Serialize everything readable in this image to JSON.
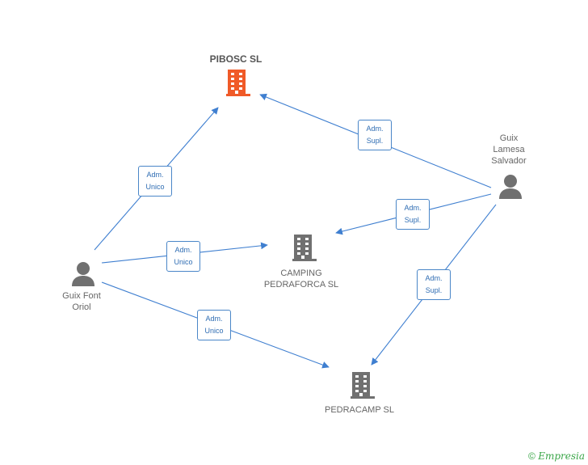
{
  "colors": {
    "edge": "#3f7fd0",
    "company_main": "#f05a28",
    "company": "#707070",
    "person": "#707070",
    "footer": "#3aa648"
  },
  "nodes": {
    "pibosc": {
      "name": "PIBOSC SL",
      "icon": "building-icon"
    },
    "camping": {
      "name": "CAMPING\nPEDRAFORCA SL",
      "icon": "building-icon"
    },
    "pedracamp": {
      "name": "PEDRACAMP  SL",
      "icon": "building-icon"
    },
    "guix_font": {
      "name": "Guix Font\nOriol",
      "icon": "person-icon"
    },
    "guix_lamesa": {
      "name": "Guix\nLamesa\nSalvador",
      "icon": "person-icon"
    }
  },
  "edges": [
    {
      "from": "guix_font",
      "to": "pibosc",
      "label": "Adm.\nUnico"
    },
    {
      "from": "guix_font",
      "to": "camping",
      "label": "Adm.\nUnico"
    },
    {
      "from": "guix_font",
      "to": "pedracamp",
      "label": "Adm.\nUnico"
    },
    {
      "from": "guix_lamesa",
      "to": "pibosc",
      "label": "Adm.\nSupl."
    },
    {
      "from": "guix_lamesa",
      "to": "camping",
      "label": "Adm.\nSupl."
    },
    {
      "from": "guix_lamesa",
      "to": "pedracamp",
      "label": "Adm.\nSupl."
    }
  ],
  "footer": {
    "copyright": "©",
    "brand": "Empresia"
  }
}
